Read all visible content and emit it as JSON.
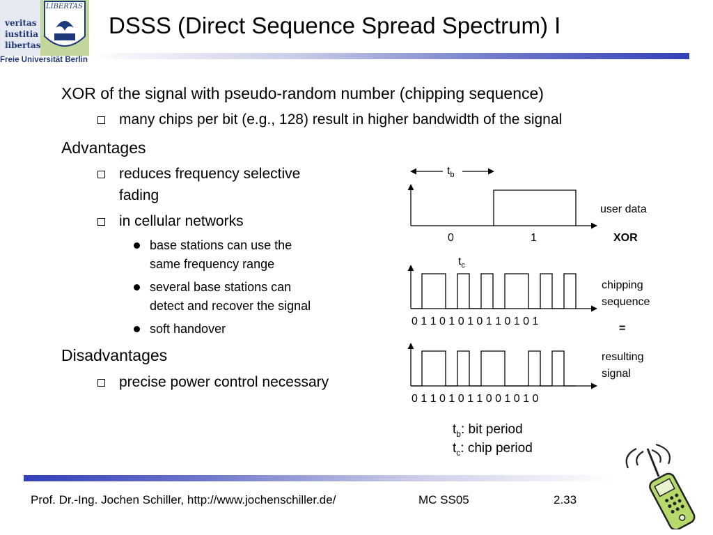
{
  "logo": {
    "motto": [
      "veritas",
      "iustitia",
      "libertas"
    ],
    "seal": "LIBERTAS",
    "university": "Freie Universität Berlin"
  },
  "title": "DSSS (Direct Sequence Spread Spectrum) I",
  "body": {
    "point1": "XOR of the signal with pseudo-random number (chipping sequence)",
    "point1_sub": "many chips per bit (e.g., 128) result in higher bandwidth of the signal",
    "advantages": "Advantages",
    "adv1_line1": "reduces frequency selective",
    "adv1_line2": "fading",
    "adv2": "in cellular networks",
    "adv2_sub1_line1": "base stations can use the",
    "adv2_sub1_line2": "same frequency range",
    "adv2_sub2_line1": "several base stations can",
    "adv2_sub2_line2": "detect and recover the signal",
    "adv2_sub3": "soft handover",
    "disadvantages": "Disadvantages",
    "dis1": "precise power control necessary"
  },
  "diagram": {
    "tb": "t",
    "tb_sub": "b",
    "tc": "t",
    "tc_sub": "c",
    "user_data_label": "user data",
    "user_bits": "0 1",
    "user_bit0": "0",
    "user_bit1": "1",
    "xor_label": "XOR",
    "chip_label_line1": "chipping",
    "chip_label_line2": "sequence",
    "chip_bits": "0 1 1 0 1 0 1 0 1 1 0 1 0 1",
    "equals": "=",
    "result_label_line1": "resulting",
    "result_label_line2": "signal",
    "result_bits": "0 1 1 0 1 0 1 1 0 0 1 0 1 0",
    "legend_tb_rest": ": bit period",
    "legend_tc_rest": ": chip period"
  },
  "footer": {
    "author": "Prof. Dr.-Ing. Jochen Schiller, http://www.jochenschiller.de/",
    "course": "MC SS05",
    "page": "2.33"
  },
  "colors": {
    "accent_bar": "#3440b8",
    "logo_blue": "#1f3a7a",
    "logo_green": "#c3d69b"
  }
}
